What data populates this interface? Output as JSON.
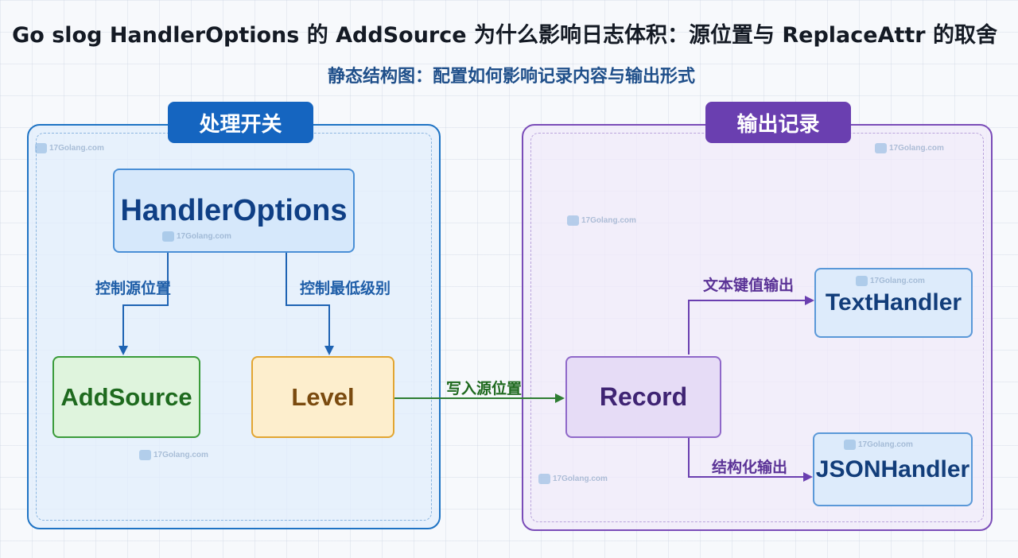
{
  "title": "Go slog HandlerOptions 的 AddSource 为什么影响日志体积：源位置与 ReplaceAttr 的取舍",
  "subtitle": "静态结构图：配置如何影响记录内容与输出形式",
  "panels": {
    "left": {
      "label": "处理开关"
    },
    "right": {
      "label": "输出记录"
    }
  },
  "nodes": {
    "handleroptions": "HandlerOptions",
    "addsource": "AddSource",
    "level": "Level",
    "record": "Record",
    "texthandler": "TextHandler",
    "jsonhandler": "JSONHandler"
  },
  "edges": [
    {
      "from": "HandlerOptions",
      "to": "AddSource",
      "label": "控制源位置"
    },
    {
      "from": "HandlerOptions",
      "to": "Level",
      "label": "控制最低级别"
    },
    {
      "from": "Level",
      "to": "Record",
      "label": "写入源位置"
    },
    {
      "from": "Record",
      "to": "TextHandler",
      "label": "文本键值输出"
    },
    {
      "from": "Record",
      "to": "JSONHandler",
      "label": "结构化输出"
    }
  ],
  "watermark": "17Golang.com",
  "colors": {
    "left_accent": "#1565c0",
    "right_accent": "#6a3fb0",
    "edge_blue": "#1e63b3",
    "edge_green": "#2e7d32",
    "edge_purple": "#6a3fb0"
  }
}
